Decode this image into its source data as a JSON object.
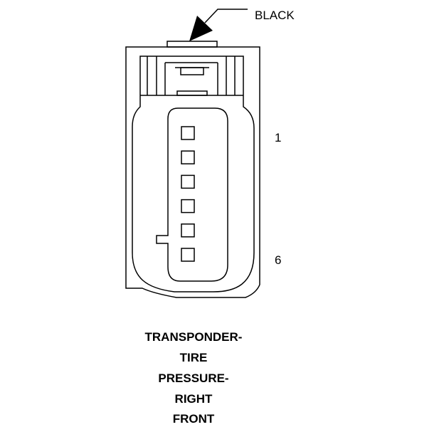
{
  "connector": {
    "color_label": "BLACK",
    "pin_first_label": "1",
    "pin_last_label": "6",
    "pin_count": 6,
    "name_lines": [
      "TRANSPONDER-",
      "TIRE",
      "PRESSURE-",
      "RIGHT",
      "FRONT"
    ]
  },
  "colors": {
    "line": "#000000",
    "background": "#ffffff"
  }
}
